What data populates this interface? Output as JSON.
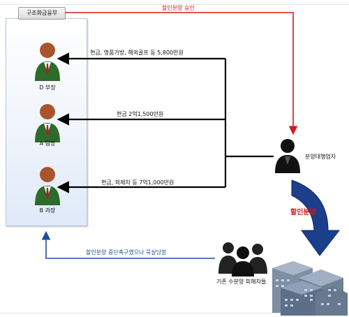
{
  "panel": {
    "title": "구조화금융부"
  },
  "people": [
    {
      "label": "D 부장"
    },
    {
      "label": "A 팀장"
    },
    {
      "label": "B 과장"
    }
  ],
  "arrows": {
    "approval": "할인분양 승인",
    "bribe_d": "현금,  명품가방,  해외골프  등  5,800만원",
    "bribe_a": "현금  2억1,500만원",
    "bribe_b": "현금,  외제차  등  7억1,000만원",
    "complaint": "할인분양  중단촉구했으나  묵살당함",
    "discount": "할인분양"
  },
  "agent": {
    "label": "분양대행업자"
  },
  "victims": {
    "label": "기존  수분양  피해자들"
  },
  "colors": {
    "red": "#d61818",
    "blue": "#1e4f9c",
    "black": "#000000",
    "dark_blue": "#1b3f8a"
  }
}
